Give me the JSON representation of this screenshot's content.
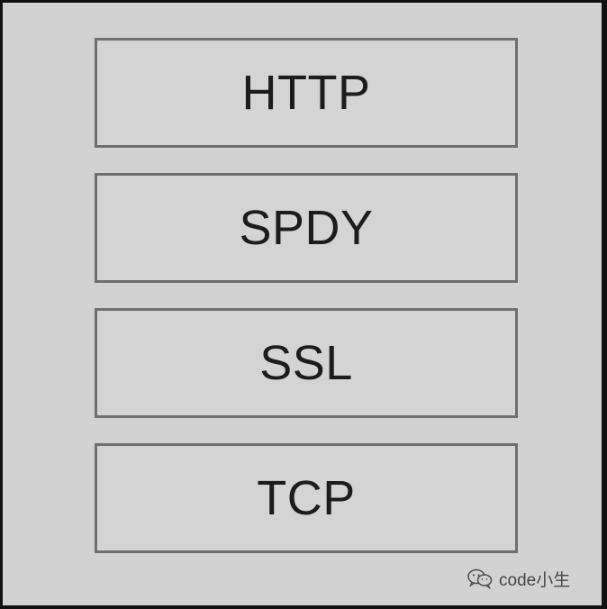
{
  "diagram": {
    "layers": [
      {
        "label": "HTTP"
      },
      {
        "label": "SPDY"
      },
      {
        "label": "SSL"
      },
      {
        "label": "TCP"
      }
    ]
  },
  "watermark": {
    "icon": "wechat-icon",
    "text": "code小生"
  },
  "colors": {
    "frame": "#111111",
    "background": "#d2d2d2",
    "box_border": "#6f6f6f",
    "text": "#1c1c1c"
  }
}
